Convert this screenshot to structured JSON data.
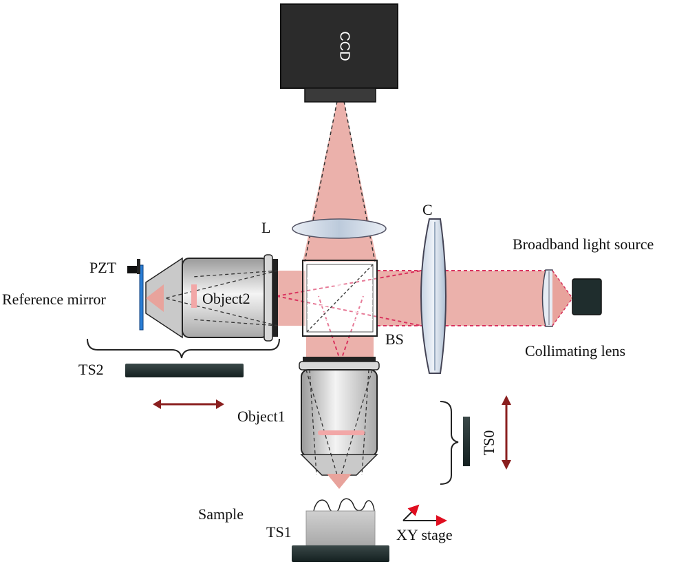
{
  "labels": {
    "ccd": "CCD",
    "l": "L",
    "c": "C",
    "broadband_light_source": "Broadband light source",
    "pzt": "PZT",
    "reference_mirror": "Reference mirror",
    "object2": "Object2",
    "bs": "BS",
    "collimating_lens": "Collimating lens",
    "ts2": "TS2",
    "object1": "Object1",
    "ts0": "TS0",
    "sample": "Sample",
    "ts1": "TS1",
    "xy_stage": "XY stage"
  },
  "colors": {
    "beam": "#e8a39c",
    "beam_dashed": "#d9325e",
    "arrow_red": "#e00d1f",
    "stage_dark": "#1f2d2d",
    "lens_blue": "#cdd8e6",
    "mirror_blue": "#2b7fd6",
    "ccd_body": "#2b2b2b"
  }
}
